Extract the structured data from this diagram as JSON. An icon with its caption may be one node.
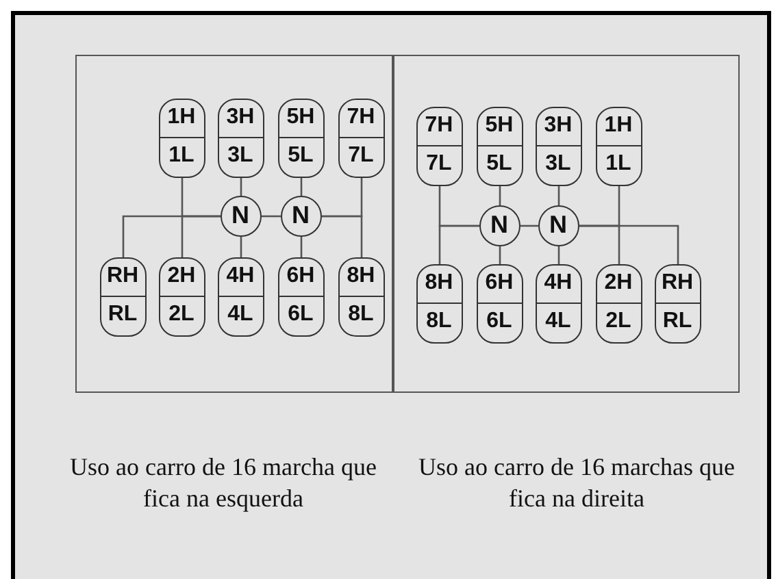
{
  "diagram": {
    "nodes": [
      {
        "text": [],
        "shape": "box"
      },
      {
        "text": [
          "1H",
          "1L"
        ],
        "in": 0
      },
      {
        "text": [
          "3H",
          "3L"
        ],
        "in": 0
      },
      {
        "text": [
          "5H",
          "5L"
        ],
        "in": 0
      },
      {
        "text": [
          "7H",
          "7L"
        ],
        "in": 0
      },
      {
        "text": [
          "N"
        ],
        "in": 0
      },
      {
        "text": [
          "N"
        ],
        "in": 0
      },
      {
        "text": [
          "RH",
          "RL"
        ],
        "in": 0
      },
      {
        "text": [
          "2H",
          "2L"
        ],
        "in": 0
      },
      {
        "text": [
          "4H",
          "4L"
        ],
        "in": 0
      },
      {
        "text": [
          "6H",
          "6L"
        ],
        "in": 0
      },
      {
        "text": [
          "8H",
          "8L"
        ],
        "in": 0
      },
      {
        "text": [],
        "shape": "box"
      },
      {
        "text": [
          "7H",
          "7L"
        ],
        "in": 12
      },
      {
        "text": [
          "5H",
          "5L"
        ],
        "in": 12
      },
      {
        "text": [
          "3H",
          "3L"
        ],
        "in": 12
      },
      {
        "text": [
          "1H",
          "1L"
        ],
        "in": 12
      },
      {
        "text": [
          "N"
        ],
        "in": 12
      },
      {
        "text": [
          "N"
        ],
        "in": 12
      },
      {
        "text": [
          "8H",
          "8L"
        ],
        "in": 12
      },
      {
        "text": [
          "6H",
          "6L"
        ],
        "in": 12
      },
      {
        "text": [
          "4H",
          "4L"
        ],
        "in": 12
      },
      {
        "text": [
          "2H",
          "2L"
        ],
        "in": 12
      },
      {
        "text": [
          "RH",
          "RL"
        ],
        "in": 12
      }
    ],
    "edges": [
      {
        "from": 2,
        "to": 5,
        "arrow": "none"
      },
      {
        "from": 5,
        "to": 9,
        "arrow": "none"
      },
      {
        "from": 3,
        "to": 6,
        "arrow": "none"
      },
      {
        "from": 6,
        "to": 10,
        "arrow": "none"
      },
      {
        "from": 5,
        "to": 6,
        "arrow": "none"
      },
      {
        "from": 5,
        "to": 1,
        "arrow": "none"
      },
      {
        "from": 5,
        "to": 8,
        "arrow": "none"
      },
      {
        "from": 5,
        "to": 7,
        "arrow": "none"
      },
      {
        "from": 6,
        "to": 4,
        "arrow": "none"
      },
      {
        "from": 6,
        "to": 11,
        "arrow": "none"
      },
      {
        "from": 14,
        "to": 17,
        "arrow": "none"
      },
      {
        "from": 17,
        "to": 20,
        "arrow": "none"
      },
      {
        "from": 15,
        "to": 18,
        "arrow": "none"
      },
      {
        "from": 18,
        "to": 21,
        "arrow": "none"
      },
      {
        "from": 17,
        "to": 18,
        "arrow": "none"
      },
      {
        "from": 17,
        "to": 13,
        "arrow": "none"
      },
      {
        "from": 17,
        "to": 19,
        "arrow": "none"
      },
      {
        "from": 18,
        "to": 16,
        "arrow": "none"
      },
      {
        "from": 18,
        "to": 22,
        "arrow": "none"
      },
      {
        "from": 18,
        "to": 23,
        "arrow": "none"
      }
    ],
    "labels": [
      "Uso ao carro de 16 marcha que fica na esquerda",
      "Uso ao carro de 16 marchas que fica na direita"
    ]
  }
}
